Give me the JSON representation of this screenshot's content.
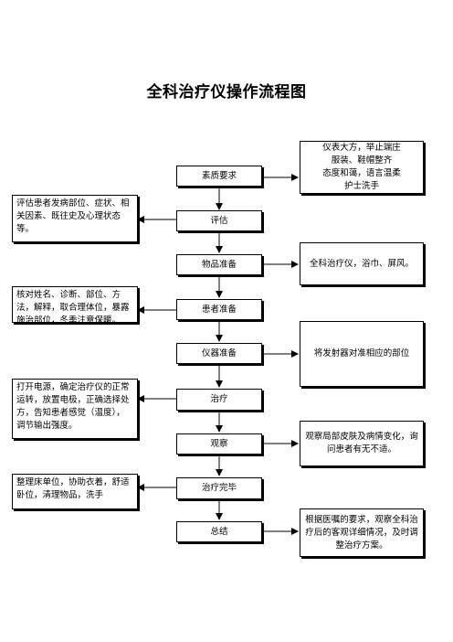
{
  "title": "全科治疗仪操作流程图",
  "steps": [
    "素质要求",
    "评估",
    "物品准备",
    "患者准备",
    "仪器准备",
    "治疗",
    "观察",
    "治疗完毕",
    "总结"
  ],
  "right_notes": {
    "quality": [
      "仪表大方，举止端庄",
      "服装、鞋帽整齐",
      "态度和蔼，语言温柔",
      "护士洗手"
    ],
    "items": "全科治疗仪，浴巾、屏风。",
    "device": "将发射器对准相应的部位",
    "observe": "观察局部皮肤及病情变化，询问患者有无不适。",
    "summary": "根据医嘱的要求，观察全科治疗后的客观详细情况，及时调整治疗方案。"
  },
  "left_notes": {
    "assess": "评估患者发病部位、症状、相关因素、既往史及心理状态等。",
    "patient": "核对姓名、诊断、部位、方法，解释，取合理体位，暴露施治部位，冬季注意保暖。",
    "treat": "打开电源，确定治疗仪的正常运转，放置电极，正确选择处方，告知患者感觉（温度），调节输出强度。",
    "finish": "整理床单位，协助衣着，舒适卧位，清理物品，洗手"
  }
}
